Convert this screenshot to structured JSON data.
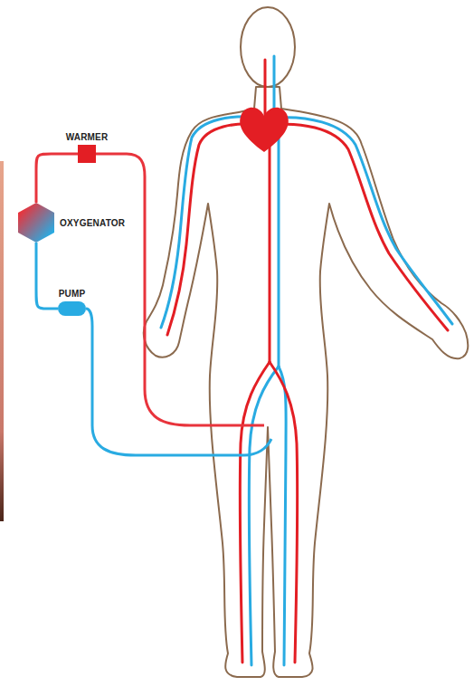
{
  "diagram": {
    "nodes": [
      {
        "text": [
          "WARMER"
        ]
      },
      {
        "text": [
          "OXYGENATOR"
        ]
      },
      {
        "text": [
          "PUMP"
        ]
      }
    ],
    "edges": [
      {
        "from": 2,
        "to": 1,
        "arrow": "none"
      },
      {
        "from": 1,
        "to": 0,
        "arrow": "none"
      }
    ]
  }
}
